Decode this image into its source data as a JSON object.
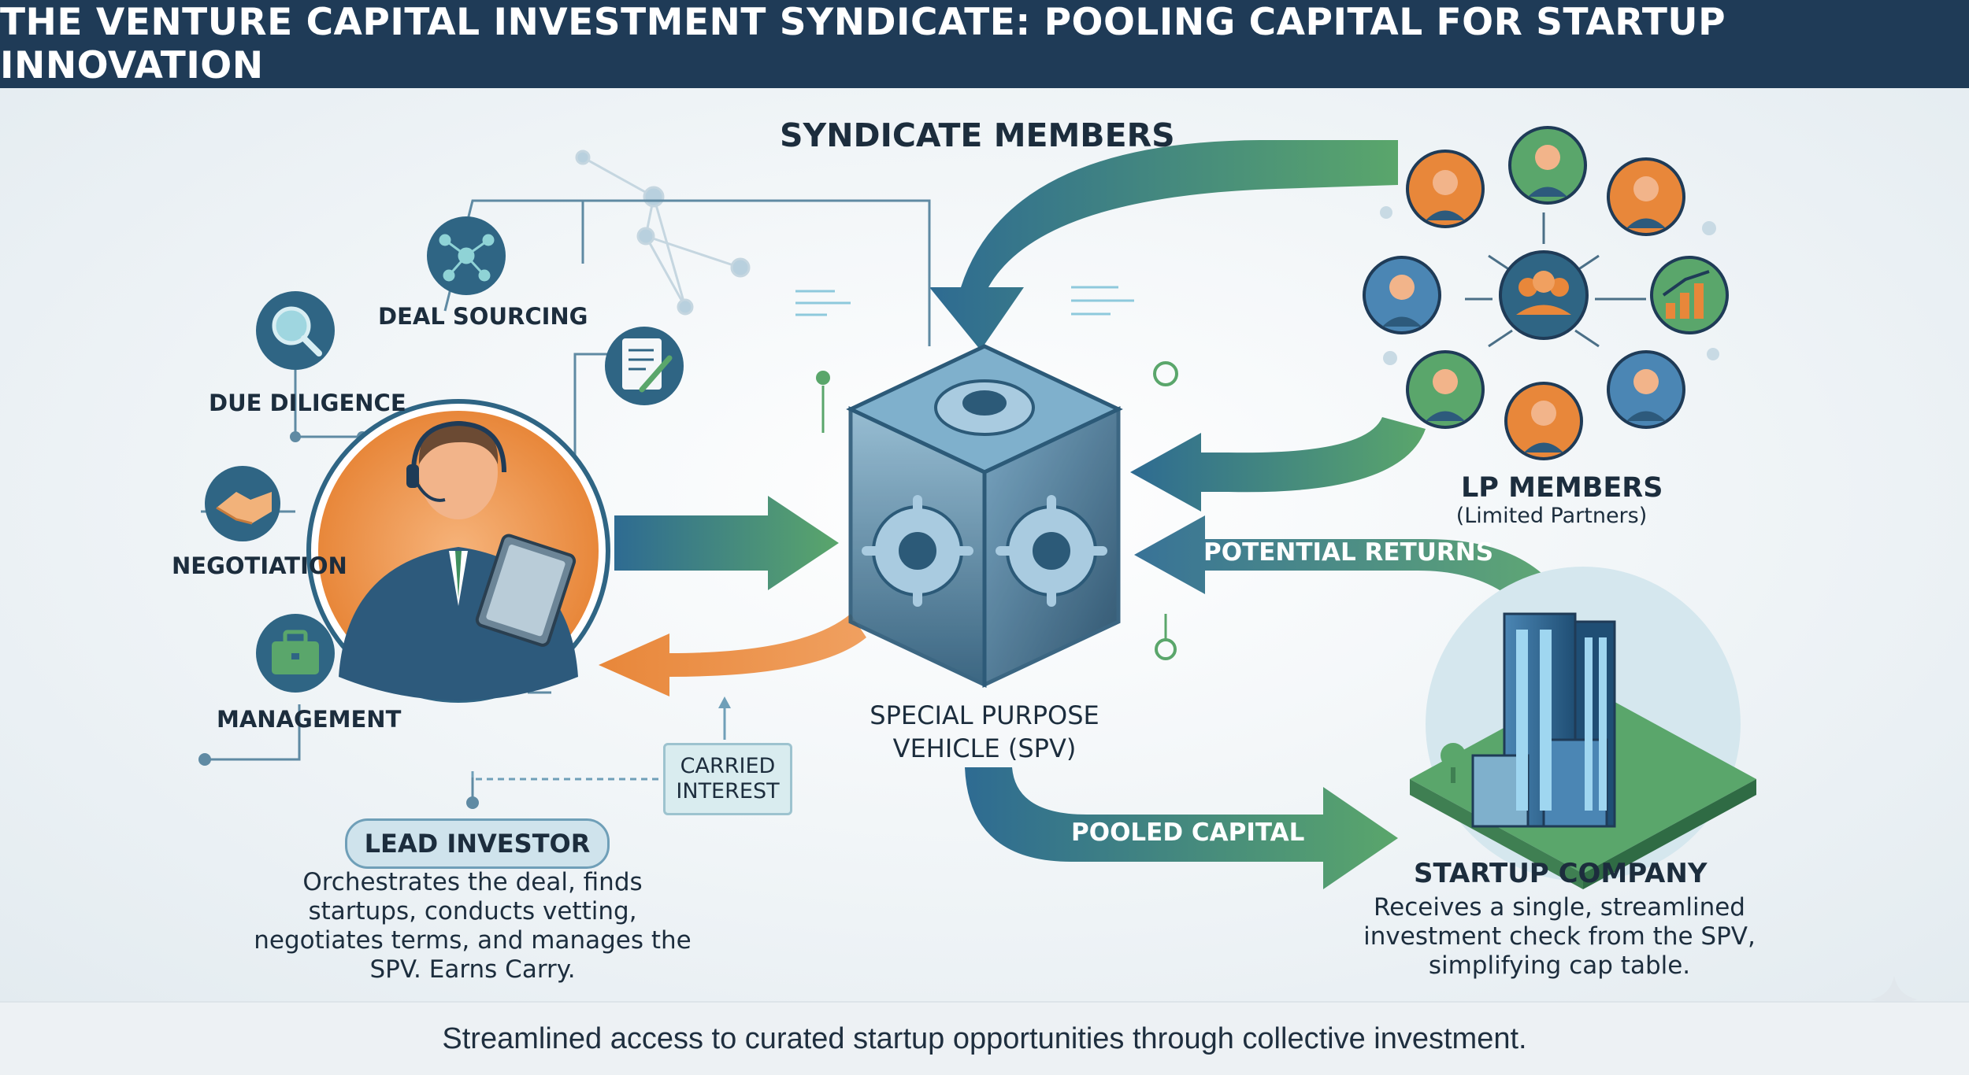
{
  "title": "THE VENTURE CAPITAL INVESTMENT SYNDICATE: POOLING CAPITAL FOR STARTUP INNOVATION",
  "syndicate_members": "SYNDICATE MEMBERS",
  "lead": {
    "tasks": {
      "deal_sourcing": "DEAL SOURCING",
      "due_diligence": "DUE DILIGENCE",
      "negotiation": "NEGOTIATION",
      "management": "MANAGEMENT"
    },
    "badge": "LEAD INVESTOR",
    "description": [
      "Orchestrates the deal, finds",
      "startups, conducts vetting,",
      "negotiates terms, and manages the",
      "SPV. Earns Carry."
    ]
  },
  "carried_interest": [
    "CARRIED",
    "INTEREST"
  ],
  "spv": [
    "SPECIAL PURPOSE",
    "VEHICLE (SPV)"
  ],
  "lp": {
    "title": "LP MEMBERS",
    "subtitle": "(Limited Partners)"
  },
  "flows": {
    "potential_returns": "POTENTIAL RETURNS",
    "pooled_capital": "POOLED CAPITAL"
  },
  "startup": {
    "title": "STARTUP COMPANY",
    "description": [
      "Receives a single, streamlined",
      "investment check from the SPV,",
      "simplifying cap table."
    ]
  },
  "footer": "Streamlined access to curated startup opportunities through collective investment.",
  "colors": {
    "navy": "#1f3b57",
    "blue": "#2f6f96",
    "teal": "#3f8f94",
    "green": "#5aa66b",
    "orange": "#e8873a"
  },
  "icons": [
    "network-icon",
    "magnifier-icon",
    "handshake-icon",
    "briefcase-icon",
    "document-pen-icon",
    "gear-cube-icon",
    "person-avatar-icon",
    "group-icon",
    "bar-chart-icon",
    "office-building-icon",
    "sparkle-icon"
  ]
}
